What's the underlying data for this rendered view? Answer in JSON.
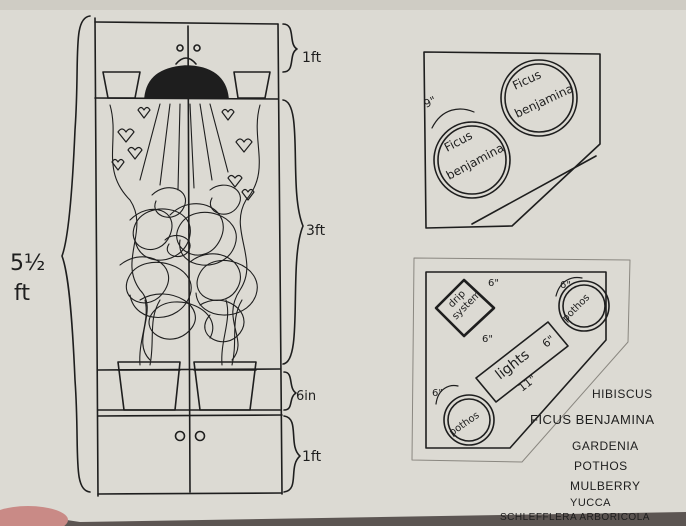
{
  "colors": {
    "paper": "#dcdad3",
    "ink": "#1e1e1e",
    "background": "#5c5552"
  },
  "elevation": {
    "dimensions": {
      "total": [
        "5½",
        "ft"
      ],
      "top_shelf": "1ft",
      "grow_area": "3ft",
      "pot_shelf": "6in",
      "cabinet": "1ft"
    }
  },
  "plan_top": {
    "pot_left": [
      "Ficus",
      "benjamina"
    ],
    "pot_right": [
      "Ficus",
      "benjamina"
    ],
    "pot_size": "9\""
  },
  "plan_bottom": {
    "drip": [
      "drip",
      "system"
    ],
    "drip_size_right": "6\"",
    "drip_size_bottom": "6\"",
    "lights": "lights",
    "lights_size_right": "6\"",
    "lights_size_bottom": "11\"",
    "pot_upper": "pothos",
    "pot_lower": "pothos",
    "pot_size_upper": "6\"",
    "pot_size_lower": "6\""
  },
  "plant_list": [
    "HIBISCUS",
    "FICUS BENJAMINA",
    "GARDENIA",
    "POTHOS",
    "MULBERRY",
    "YUCCA",
    "SCHLEFFLERA ARBORICOLA"
  ]
}
